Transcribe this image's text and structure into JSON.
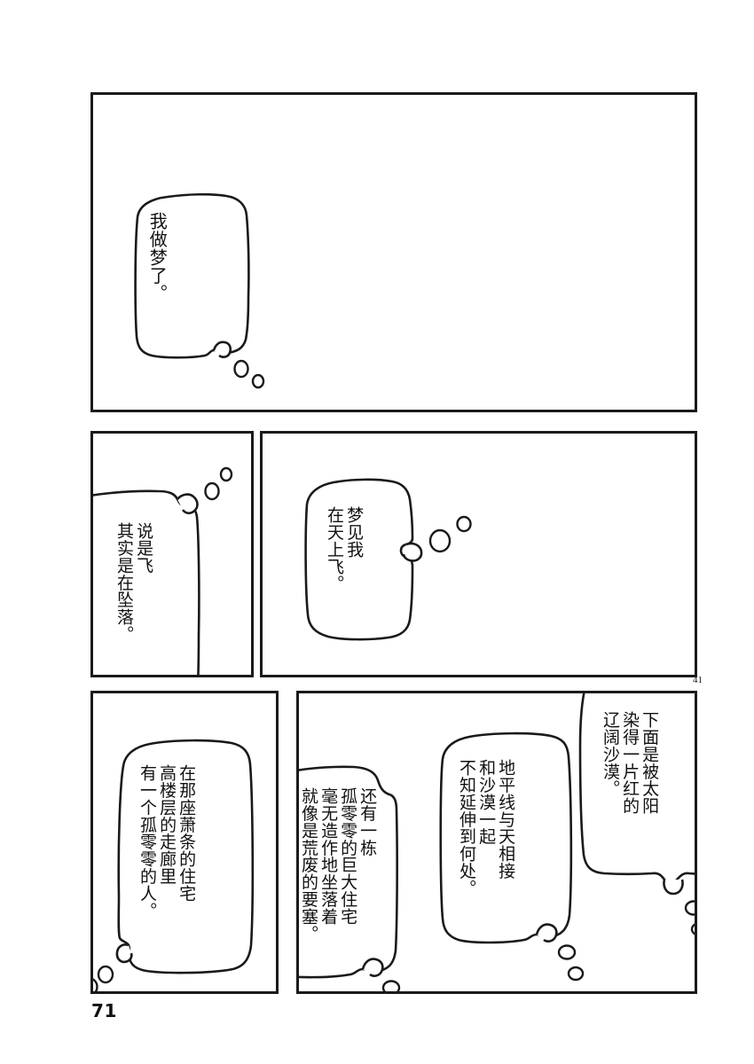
{
  "page": {
    "page_number": "71",
    "chapter_marker": "41",
    "background_color": "#ffffff",
    "ink_color": "#1a1a1a",
    "reading_direction": "right-to-left-vertical"
  },
  "panels": [
    {
      "id": "panel-1",
      "name": "panel-1",
      "bubbles": [
        {
          "id": "bubble-1",
          "name": "thought-bubble-1",
          "type": "thought-bubble",
          "lines": [
            "我做梦了。"
          ]
        }
      ]
    },
    {
      "id": "panel-2",
      "name": "panel-2",
      "bubbles": [
        {
          "id": "bubble-2",
          "name": "thought-bubble-2",
          "type": "thought-bubble",
          "lines": [
            "说是飞",
            "其实是在坠落。"
          ]
        }
      ]
    },
    {
      "id": "panel-3",
      "name": "panel-3",
      "bubbles": [
        {
          "id": "bubble-3",
          "name": "thought-bubble-3",
          "type": "thought-bubble",
          "lines": [
            "梦见我",
            "在天上飞。"
          ]
        }
      ]
    },
    {
      "id": "panel-4",
      "name": "panel-4",
      "bubbles": [
        {
          "id": "bubble-4",
          "name": "thought-bubble-4",
          "type": "thought-bubble",
          "lines": [
            "在那座萧条的住宅",
            "高楼层的走廊里",
            "有一个孤零零的人。"
          ]
        }
      ]
    },
    {
      "id": "panel-5",
      "name": "panel-5",
      "bubbles": [
        {
          "id": "bubble-5",
          "name": "thought-bubble-5",
          "type": "thought-bubble",
          "lines": [
            "下面是被太阳",
            "染得一片红的",
            "辽阔沙漠。"
          ]
        },
        {
          "id": "bubble-6",
          "name": "thought-bubble-6",
          "type": "thought-bubble",
          "lines": [
            "地平线与天相接",
            "和沙漠一起",
            "不知延伸到何处。"
          ]
        },
        {
          "id": "bubble-7",
          "name": "thought-bubble-7",
          "type": "thought-bubble",
          "lines": [
            "还有一栋",
            "孤零零的巨大住宅",
            "毫无造作地坐落着",
            "就像是荒废的要塞。"
          ]
        }
      ]
    }
  ],
  "text": {
    "b1_l1": "我做梦了。",
    "b2_l1": "说是飞",
    "b2_l2": "其实是在坠落。",
    "b3_l1": "梦见我",
    "b3_l2": "在天上飞。",
    "b4_l1": "在那座萧条的住宅",
    "b4_l2": "高楼层的走廊里",
    "b4_l3": "有一个孤零零的人。",
    "b5_l1": "下面是被太阳",
    "b5_l2": "染得一片红的",
    "b5_l3": "辽阔沙漠。",
    "b6_l1": "地平线与天相接",
    "b6_l2": "和沙漠一起",
    "b6_l3": "不知延伸到何处。",
    "b7_l1": "还有一栋",
    "b7_l2": "孤零零的巨大住宅",
    "b7_l3": "毫无造作地坐落着",
    "b7_l4": "就像是荒废的要塞。"
  }
}
